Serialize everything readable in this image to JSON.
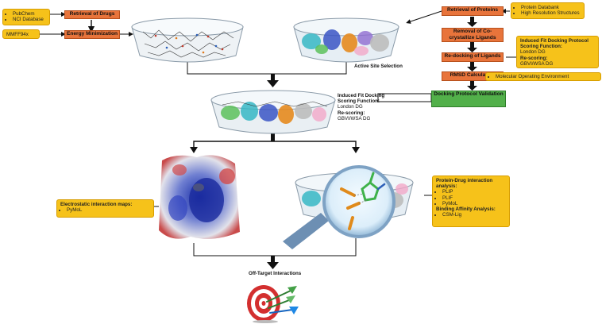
{
  "drug_sources": [
    "PubChem",
    "NCI Database"
  ],
  "retrieval_drugs": "Retrieval of Drugs",
  "mmff": "MMFF94x",
  "energy_min": "Energy Minimization",
  "retrieval_proteins": "Retrieval of Proteins",
  "protein_sources": [
    "Protein Databank",
    "High Resolution Structures"
  ],
  "removal_ligands": "Removal of Co-crystallize Ligands",
  "redocking": "Re-docking of Ligands",
  "rmsd": "RMSD Calculation",
  "moe": "Molecular Operating Environment",
  "validation": "Docking Protocol Validation",
  "ifd_box": {
    "title": "Induced Fit Docking Protocol",
    "scoring_head": "Scoring Function:",
    "scoring": "London DG",
    "rescoring_head": "Re-scoring:",
    "rescoring": "GBVI/WSA DG"
  },
  "active_site": "Active Site Selection",
  "center_label": {
    "title": "Induced Fit Docking",
    "scoring_head": "Scoring Function:",
    "scoring": "London DG",
    "rescoring_head": "Re-scoring:",
    "rescoring": "GBVI/WSA DG"
  },
  "electro": {
    "title": "Electrostatic interaction maps:",
    "items": [
      "PyMoL"
    ]
  },
  "interaction": {
    "title": "Protein-Drug interaction analysis:",
    "items": [
      "PLIP",
      "PLIF",
      "PyMoL"
    ],
    "binding_head": "Binding Affinity Analysis:",
    "binding_items": [
      "CSM-Lig"
    ]
  },
  "off_target": "Off-Target Interactions",
  "colors": {
    "orange": "#e8743b",
    "yellow": "#f6c21a",
    "green": "#52b04a",
    "arrow": "#111111"
  }
}
